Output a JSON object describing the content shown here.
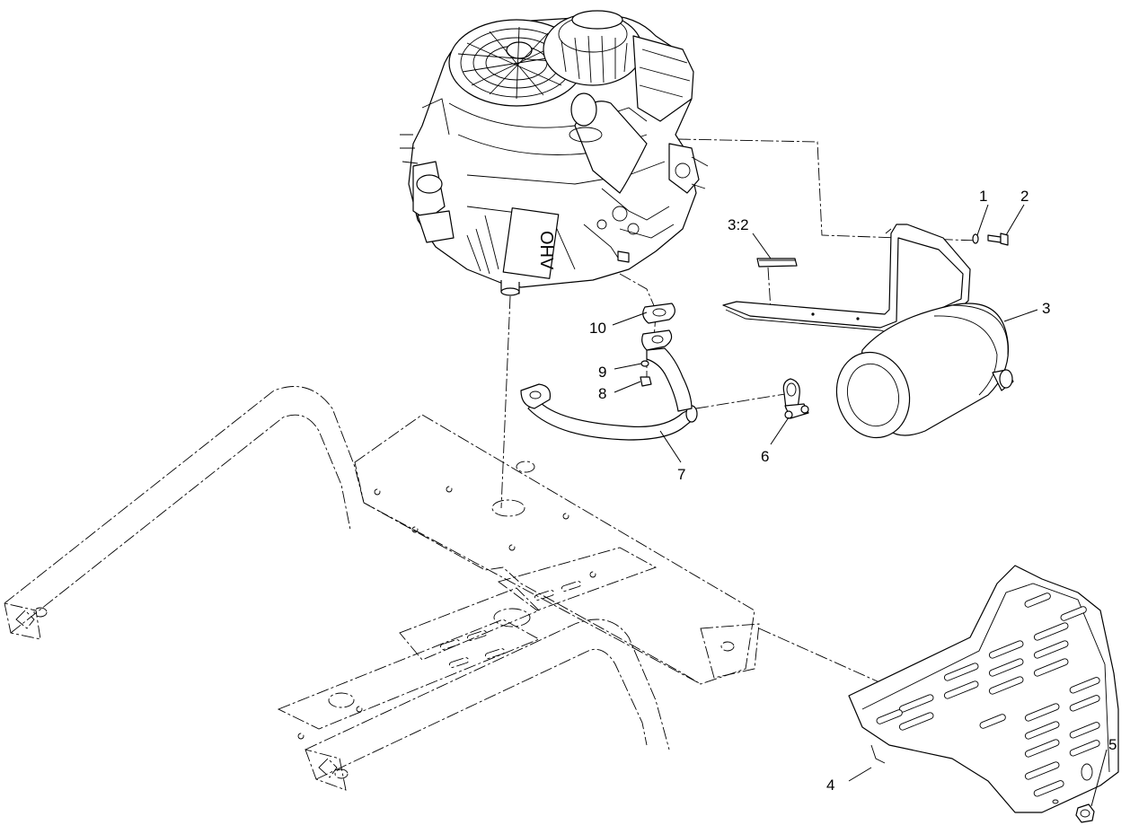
{
  "diagram": {
    "callouts": [
      {
        "id": "c1",
        "text": "1"
      },
      {
        "id": "c2",
        "text": "2"
      },
      {
        "id": "c3",
        "text": "3"
      },
      {
        "id": "c3_2",
        "text": "3:2"
      },
      {
        "id": "c4",
        "text": "4"
      },
      {
        "id": "c5",
        "text": "5"
      },
      {
        "id": "c6",
        "text": "6"
      },
      {
        "id": "c7",
        "text": "7"
      },
      {
        "id": "c8",
        "text": "8"
      },
      {
        "id": "c9",
        "text": "9"
      },
      {
        "id": "c10",
        "text": "10"
      }
    ],
    "engine_decal": "OHV"
  }
}
